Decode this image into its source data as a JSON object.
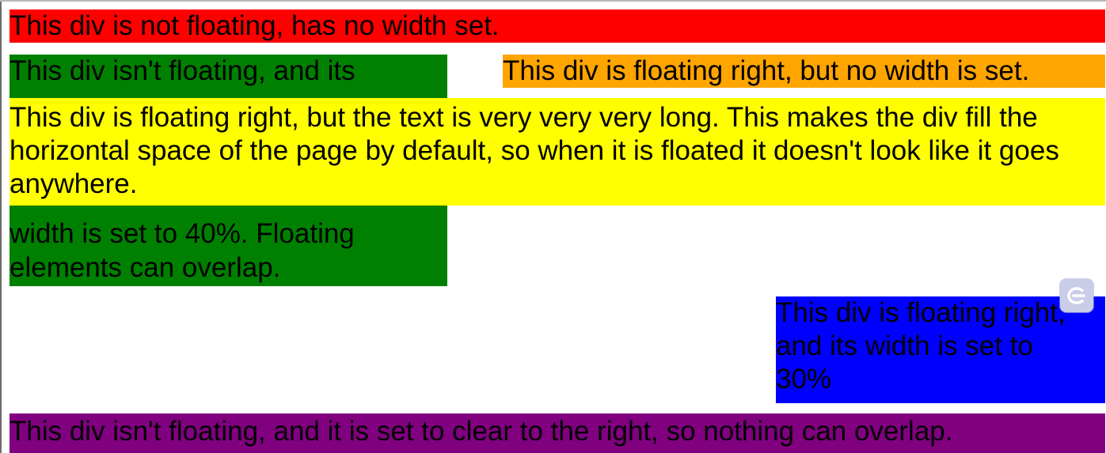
{
  "boxes": {
    "red": {
      "text": "This div is not floating, has no width set.",
      "color": "#ff0000"
    },
    "green": {
      "line1": "This div isn't floating, and its",
      "line2": "width is set to 40%. Floating",
      "line3": "elements can overlap.",
      "color": "#008000"
    },
    "orange": {
      "text": "This div is floating right, but no width is set.",
      "color": "#ffa500"
    },
    "yellow": {
      "text": "This div is floating right, but the text is very very very long. This makes the div fill the horizontal space of the page by default, so when it is floated it doesn't look like it goes anywhere.",
      "color": "#ffff00"
    },
    "blue": {
      "text": "This div is floating right, and its width is set to 30%",
      "color": "#0000ff"
    },
    "purple": {
      "text": "This div isn't floating, and it is set to clear to the right, so nothing can overlap.",
      "color": "#800080"
    }
  },
  "overlay": {
    "icon": "extension-button-icon"
  }
}
